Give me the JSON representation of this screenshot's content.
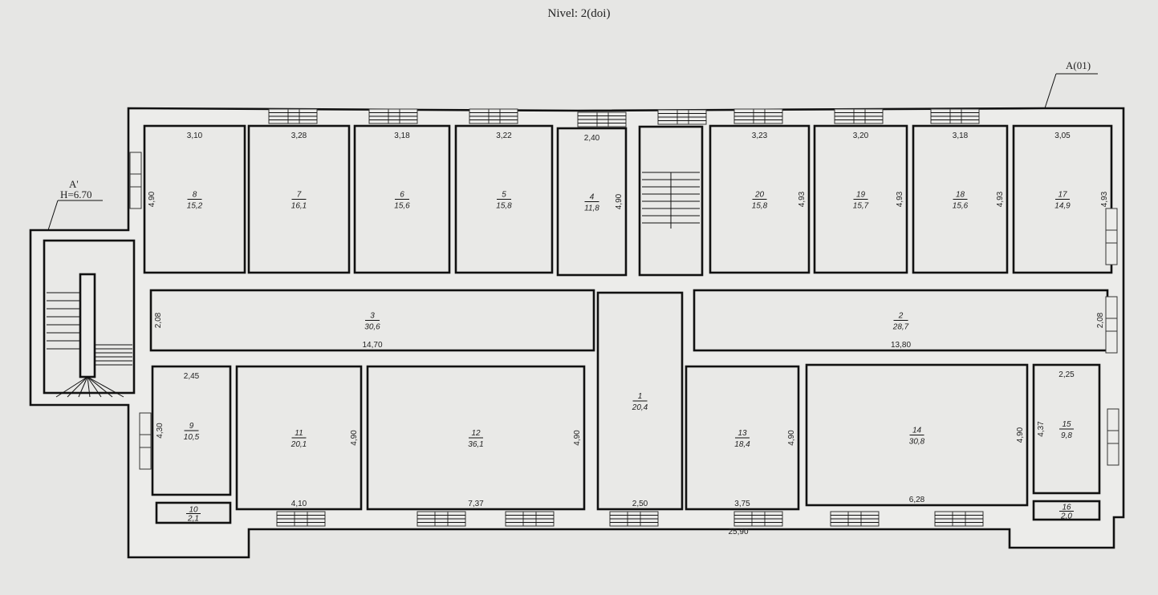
{
  "title": "Nivel: 2(doi)",
  "markers": {
    "section_top_right": "A(01)",
    "section_left": "A'",
    "height_left": "H=6.70"
  },
  "overall_length": "25,90",
  "rooms": [
    {
      "number": "1",
      "area": "20,4",
      "width": "2,50"
    },
    {
      "number": "2",
      "area": "28,7",
      "width": "13,80",
      "depth": "2,08"
    },
    {
      "number": "3",
      "area": "30,6",
      "width": "14,70",
      "depth": "2,08"
    },
    {
      "number": "4",
      "area": "11,8",
      "width": "2,40",
      "depth": "4,90"
    },
    {
      "number": "5",
      "area": "15,8",
      "width": "3,22"
    },
    {
      "number": "6",
      "area": "15,6",
      "width": "3,18"
    },
    {
      "number": "7",
      "area": "16,1",
      "width": "3,28"
    },
    {
      "number": "8",
      "area": "15,2",
      "width": "3,10",
      "depth": "4,90"
    },
    {
      "number": "9",
      "area": "10,5",
      "width": "2,45",
      "depth": "4,30"
    },
    {
      "number": "10",
      "area": "2,1"
    },
    {
      "number": "11",
      "area": "20,1",
      "width": "4,10",
      "depth": "4,90"
    },
    {
      "number": "12",
      "area": "36,1",
      "width": "7,37",
      "depth": "4,90"
    },
    {
      "number": "13",
      "area": "18,4",
      "width": "3,75",
      "depth": "4,90"
    },
    {
      "number": "14",
      "area": "30,8",
      "width": "6,28",
      "depth": "4,90"
    },
    {
      "number": "15",
      "area": "9,8",
      "width": "2,25",
      "depth": "4,37"
    },
    {
      "number": "16",
      "area": "2,0"
    },
    {
      "number": "17",
      "area": "14,9",
      "width": "3,05",
      "depth": "4,93"
    },
    {
      "number": "18",
      "area": "15,6",
      "width": "3,18",
      "depth": "4,93"
    },
    {
      "number": "19",
      "area": "15,7",
      "width": "3,20",
      "depth": "4,93"
    },
    {
      "number": "20",
      "area": "15,8",
      "width": "3,23",
      "depth": "4,93"
    }
  ]
}
